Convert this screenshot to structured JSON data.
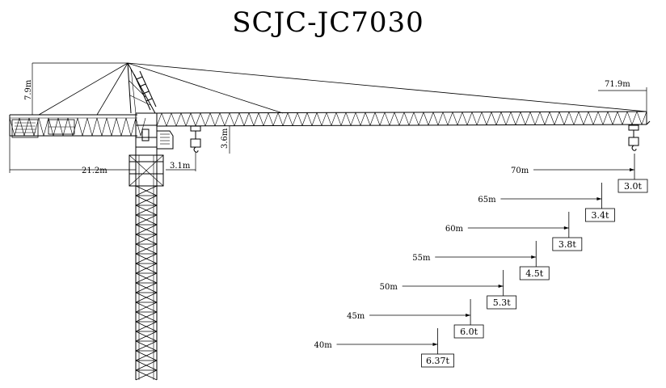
{
  "title": "SCJC-JC7030",
  "dimensions": {
    "jib_length": "71.9m",
    "counter_jib_length": "21.2m",
    "apex_height": "7.9m",
    "jib_depth": "3.6m",
    "min_radius": "3.1m"
  },
  "load_chart": [
    {
      "radius": "70m",
      "load": "3.0t"
    },
    {
      "radius": "65m",
      "load": "3.4t"
    },
    {
      "radius": "60m",
      "load": "3.8t"
    },
    {
      "radius": "55m",
      "load": "4.5t"
    },
    {
      "radius": "50m",
      "load": "5.3t"
    },
    {
      "radius": "45m",
      "load": "6.0t"
    },
    {
      "radius": "40m",
      "load": "6.37t"
    }
  ]
}
